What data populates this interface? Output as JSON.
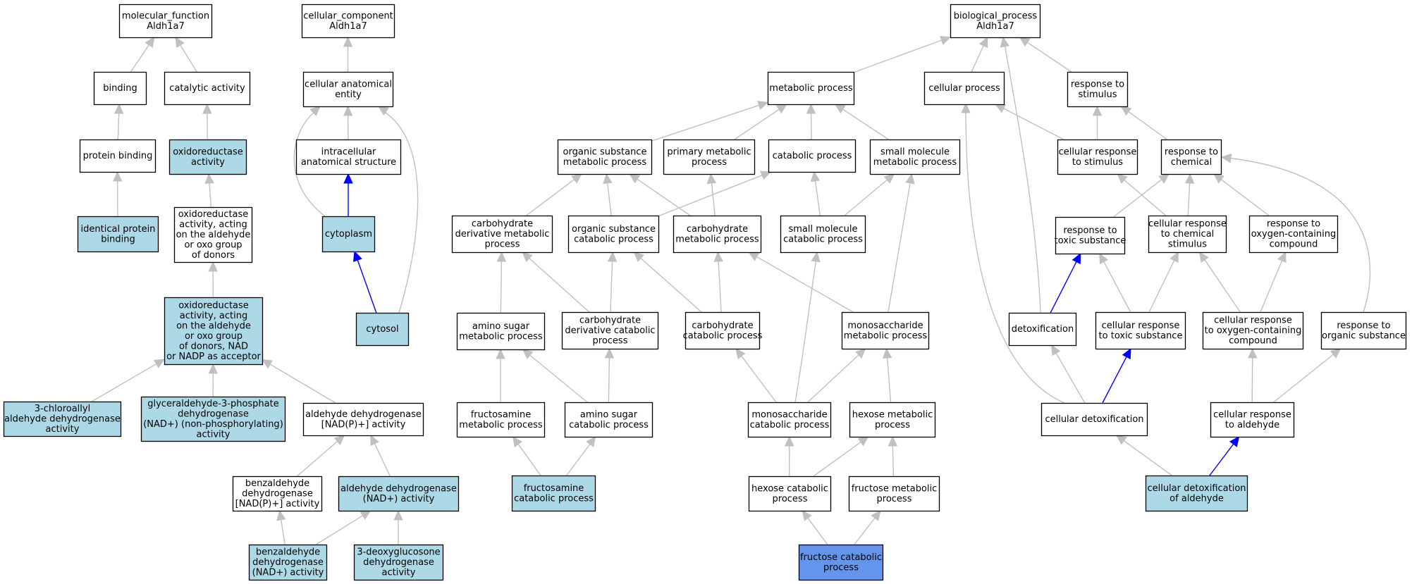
{
  "colors": {
    "plain": "#ffffff",
    "annotated": "#add8e6",
    "focus": "#6495ed",
    "edge_isa": "#c0c0c0",
    "edge_partof": "#0000ff",
    "stroke": "#000000"
  },
  "nodes": {
    "mf_root": {
      "lines": [
        "molecular_function",
        "Aldh1a7"
      ],
      "style": "plain"
    },
    "binding": {
      "lines": [
        "binding"
      ],
      "style": "plain"
    },
    "catalytic_activity": {
      "lines": [
        "catalytic activity"
      ],
      "style": "plain"
    },
    "protein_binding": {
      "lines": [
        "protein binding"
      ],
      "style": "plain"
    },
    "oxidoreductase_activity": {
      "lines": [
        "oxidoreductase",
        "activity"
      ],
      "style": "annotated"
    },
    "identical_protein_binding": {
      "lines": [
        "identical protein",
        "binding"
      ],
      "style": "annotated"
    },
    "ox_aldehyde_donors": {
      "lines": [
        "oxidoreductase",
        "activity, acting",
        "on the aldehyde",
        "or oxo group",
        "of donors"
      ],
      "style": "plain"
    },
    "ox_aldehyde_nad": {
      "lines": [
        "oxidoreductase",
        "activity, acting",
        "on the aldehyde",
        "or oxo group",
        "of donors, NAD",
        "or NADP as acceptor"
      ],
      "style": "annotated"
    },
    "chloroallyl": {
      "lines": [
        "3-chloroallyl",
        "aldehyde dehydrogenase",
        "activity"
      ],
      "style": "annotated"
    },
    "g3p_dehydrogenase": {
      "lines": [
        "glyceraldehyde-3-phosphate",
        "dehydrogenase",
        "(NAD+) (non-phosphorylating)",
        "activity"
      ],
      "style": "annotated"
    },
    "aldh_nadp": {
      "lines": [
        "aldehyde dehydrogenase",
        "[NAD(P)+] activity"
      ],
      "style": "plain"
    },
    "benzaldehyde_nadp": {
      "lines": [
        "benzaldehyde",
        "dehydrogenase",
        "[NAD(P)+] activity"
      ],
      "style": "plain"
    },
    "aldh_nad": {
      "lines": [
        "aldehyde dehydrogenase",
        "(NAD+) activity"
      ],
      "style": "annotated"
    },
    "benzaldehyde_nad": {
      "lines": [
        "benzaldehyde",
        "dehydrogenase",
        "(NAD+) activity"
      ],
      "style": "annotated"
    },
    "deoxyglucosone": {
      "lines": [
        "3-deoxyglucosone",
        "dehydrogenase",
        "activity"
      ],
      "style": "annotated"
    },
    "cc_root": {
      "lines": [
        "cellular_component",
        "Aldh1a7"
      ],
      "style": "plain"
    },
    "cellular_anatomical_entity": {
      "lines": [
        "cellular anatomical",
        "entity"
      ],
      "style": "plain"
    },
    "intracellular_structure": {
      "lines": [
        "intracellular",
        "anatomical structure"
      ],
      "style": "plain"
    },
    "cytoplasm": {
      "lines": [
        "cytoplasm"
      ],
      "style": "annotated"
    },
    "cytosol": {
      "lines": [
        "cytosol"
      ],
      "style": "annotated"
    },
    "bp_root": {
      "lines": [
        "biological_process",
        "Aldh1a7"
      ],
      "style": "plain"
    },
    "metabolic_process": {
      "lines": [
        "metabolic process"
      ],
      "style": "plain"
    },
    "cellular_process": {
      "lines": [
        "cellular process"
      ],
      "style": "plain"
    },
    "response_to_stimulus": {
      "lines": [
        "response to",
        "stimulus"
      ],
      "style": "plain"
    },
    "organic_substance_metabolic": {
      "lines": [
        "organic substance",
        "metabolic process"
      ],
      "style": "plain"
    },
    "primary_metabolic": {
      "lines": [
        "primary metabolic",
        "process"
      ],
      "style": "plain"
    },
    "catabolic_process": {
      "lines": [
        "catabolic process"
      ],
      "style": "plain"
    },
    "small_molecule_metabolic": {
      "lines": [
        "small molecule",
        "metabolic process"
      ],
      "style": "plain"
    },
    "cellular_response_to_stimulus": {
      "lines": [
        "cellular response",
        "to stimulus"
      ],
      "style": "plain"
    },
    "response_to_chemical": {
      "lines": [
        "response to",
        "chemical"
      ],
      "style": "plain"
    },
    "carb_derivative_metabolic": {
      "lines": [
        "carbohydrate",
        "derivative metabolic",
        "process"
      ],
      "style": "plain"
    },
    "organic_substance_catabolic": {
      "lines": [
        "organic substance",
        "catabolic process"
      ],
      "style": "plain"
    },
    "carbohydrate_metabolic": {
      "lines": [
        "carbohydrate",
        "metabolic process"
      ],
      "style": "plain"
    },
    "small_molecule_catabolic": {
      "lines": [
        "small molecule",
        "catabolic process"
      ],
      "style": "plain"
    },
    "response_to_toxic": {
      "lines": [
        "response to",
        "toxic substance"
      ],
      "style": "plain"
    },
    "cellular_response_to_chemical": {
      "lines": [
        "cellular response",
        "to chemical",
        "stimulus"
      ],
      "style": "plain"
    },
    "response_to_oxygen_compound": {
      "lines": [
        "response to",
        "oxygen-containing",
        "compound"
      ],
      "style": "plain"
    },
    "amino_sugar_metabolic": {
      "lines": [
        "amino sugar",
        "metabolic process"
      ],
      "style": "plain"
    },
    "carb_derivative_catabolic": {
      "lines": [
        "carbohydrate",
        "derivative catabolic",
        "process"
      ],
      "style": "plain"
    },
    "carbohydrate_catabolic": {
      "lines": [
        "carbohydrate",
        "catabolic process"
      ],
      "style": "plain"
    },
    "monosaccharide_metabolic": {
      "lines": [
        "monosaccharide",
        "metabolic process"
      ],
      "style": "plain"
    },
    "detoxification": {
      "lines": [
        "detoxification"
      ],
      "style": "plain"
    },
    "cellular_response_to_toxic": {
      "lines": [
        "cellular response",
        "to toxic substance"
      ],
      "style": "plain"
    },
    "cellular_response_to_oxygen": {
      "lines": [
        "cellular response",
        "to oxygen-containing",
        "compound"
      ],
      "style": "plain"
    },
    "response_to_organic": {
      "lines": [
        "response to",
        "organic substance"
      ],
      "style": "plain"
    },
    "fructosamine_metabolic": {
      "lines": [
        "fructosamine",
        "metabolic process"
      ],
      "style": "plain"
    },
    "amino_sugar_catabolic": {
      "lines": [
        "amino sugar",
        "catabolic process"
      ],
      "style": "plain"
    },
    "monosaccharide_catabolic": {
      "lines": [
        "monosaccharide",
        "catabolic process"
      ],
      "style": "plain"
    },
    "hexose_metabolic": {
      "lines": [
        "hexose metabolic",
        "process"
      ],
      "style": "plain"
    },
    "cellular_detoxification": {
      "lines": [
        "cellular detoxification"
      ],
      "style": "plain"
    },
    "cellular_response_to_aldehyde": {
      "lines": [
        "cellular response",
        "to aldehyde"
      ],
      "style": "plain"
    },
    "fructosamine_catabolic": {
      "lines": [
        "fructosamine",
        "catabolic process"
      ],
      "style": "annotated"
    },
    "hexose_catabolic": {
      "lines": [
        "hexose catabolic",
        "process"
      ],
      "style": "plain"
    },
    "fructose_metabolic": {
      "lines": [
        "fructose metabolic",
        "process"
      ],
      "style": "plain"
    },
    "cellular_detox_aldehyde": {
      "lines": [
        "cellular detoxification",
        "of aldehyde"
      ],
      "style": "annotated"
    },
    "fructose_catabolic": {
      "lines": [
        "fructose catabolic",
        "process"
      ],
      "style": "focus"
    }
  },
  "edges": [
    {
      "from": "binding",
      "to": "mf_root",
      "type": "is_a"
    },
    {
      "from": "catalytic_activity",
      "to": "mf_root",
      "type": "is_a"
    },
    {
      "from": "protein_binding",
      "to": "binding",
      "type": "is_a"
    },
    {
      "from": "oxidoreductase_activity",
      "to": "catalytic_activity",
      "type": "is_a"
    },
    {
      "from": "identical_protein_binding",
      "to": "protein_binding",
      "type": "is_a"
    },
    {
      "from": "ox_aldehyde_donors",
      "to": "oxidoreductase_activity",
      "type": "is_a"
    },
    {
      "from": "ox_aldehyde_nad",
      "to": "ox_aldehyde_donors",
      "type": "is_a"
    },
    {
      "from": "chloroallyl",
      "to": "ox_aldehyde_nad",
      "type": "is_a"
    },
    {
      "from": "g3p_dehydrogenase",
      "to": "ox_aldehyde_nad",
      "type": "is_a"
    },
    {
      "from": "aldh_nadp",
      "to": "ox_aldehyde_nad",
      "type": "is_a"
    },
    {
      "from": "benzaldehyde_nadp",
      "to": "aldh_nadp",
      "type": "is_a"
    },
    {
      "from": "aldh_nad",
      "to": "aldh_nadp",
      "type": "is_a"
    },
    {
      "from": "benzaldehyde_nad",
      "to": "benzaldehyde_nadp",
      "type": "is_a"
    },
    {
      "from": "benzaldehyde_nad",
      "to": "aldh_nad",
      "type": "is_a"
    },
    {
      "from": "deoxyglucosone",
      "to": "aldh_nad",
      "type": "is_a"
    },
    {
      "from": "cellular_anatomical_entity",
      "to": "cc_root",
      "type": "is_a"
    },
    {
      "from": "intracellular_structure",
      "to": "cellular_anatomical_entity",
      "type": "is_a"
    },
    {
      "from": "cytoplasm",
      "to": "cellular_anatomical_entity",
      "type": "is_a"
    },
    {
      "from": "cytoplasm",
      "to": "intracellular_structure",
      "type": "part_of"
    },
    {
      "from": "cytosol",
      "to": "cellular_anatomical_entity",
      "type": "is_a"
    },
    {
      "from": "cytosol",
      "to": "cytoplasm",
      "type": "part_of"
    },
    {
      "from": "metabolic_process",
      "to": "bp_root",
      "type": "is_a"
    },
    {
      "from": "cellular_process",
      "to": "bp_root",
      "type": "is_a"
    },
    {
      "from": "response_to_stimulus",
      "to": "bp_root",
      "type": "is_a"
    },
    {
      "from": "detoxification",
      "to": "bp_root",
      "type": "is_a"
    },
    {
      "from": "organic_substance_metabolic",
      "to": "metabolic_process",
      "type": "is_a"
    },
    {
      "from": "primary_metabolic",
      "to": "metabolic_process",
      "type": "is_a"
    },
    {
      "from": "catabolic_process",
      "to": "metabolic_process",
      "type": "is_a"
    },
    {
      "from": "small_molecule_metabolic",
      "to": "metabolic_process",
      "type": "is_a"
    },
    {
      "from": "cellular_response_to_stimulus",
      "to": "cellular_process",
      "type": "is_a"
    },
    {
      "from": "cellular_response_to_stimulus",
      "to": "response_to_stimulus",
      "type": "is_a"
    },
    {
      "from": "response_to_chemical",
      "to": "response_to_stimulus",
      "type": "is_a"
    },
    {
      "from": "cellular_detoxification",
      "to": "cellular_process",
      "type": "is_a"
    },
    {
      "from": "carb_derivative_metabolic",
      "to": "organic_substance_metabolic",
      "type": "is_a"
    },
    {
      "from": "organic_substance_catabolic",
      "to": "organic_substance_metabolic",
      "type": "is_a"
    },
    {
      "from": "organic_substance_catabolic",
      "to": "catabolic_process",
      "type": "is_a"
    },
    {
      "from": "carbohydrate_metabolic",
      "to": "organic_substance_metabolic",
      "type": "is_a"
    },
    {
      "from": "carbohydrate_metabolic",
      "to": "primary_metabolic",
      "type": "is_a"
    },
    {
      "from": "small_molecule_catabolic",
      "to": "catabolic_process",
      "type": "is_a"
    },
    {
      "from": "small_molecule_catabolic",
      "to": "small_molecule_metabolic",
      "type": "is_a"
    },
    {
      "from": "monosaccharide_metabolic",
      "to": "small_molecule_metabolic",
      "type": "is_a"
    },
    {
      "from": "response_to_toxic",
      "to": "response_to_chemical",
      "type": "is_a"
    },
    {
      "from": "cellular_response_to_chemical",
      "to": "response_to_chemical",
      "type": "is_a"
    },
    {
      "from": "cellular_response_to_chemical",
      "to": "cellular_response_to_stimulus",
      "type": "is_a"
    },
    {
      "from": "response_to_oxygen_compound",
      "to": "response_to_chemical",
      "type": "is_a"
    },
    {
      "from": "response_to_organic",
      "to": "response_to_chemical",
      "type": "is_a"
    },
    {
      "from": "amino_sugar_metabolic",
      "to": "carb_derivative_metabolic",
      "type": "is_a"
    },
    {
      "from": "carb_derivative_catabolic",
      "to": "carb_derivative_metabolic",
      "type": "is_a"
    },
    {
      "from": "carb_derivative_catabolic",
      "to": "organic_substance_catabolic",
      "type": "is_a"
    },
    {
      "from": "carbohydrate_catabolic",
      "to": "organic_substance_catabolic",
      "type": "is_a"
    },
    {
      "from": "carbohydrate_catabolic",
      "to": "carbohydrate_metabolic",
      "type": "is_a"
    },
    {
      "from": "monosaccharide_metabolic",
      "to": "carbohydrate_metabolic",
      "type": "is_a"
    },
    {
      "from": "monosaccharide_catabolic",
      "to": "small_molecule_catabolic",
      "type": "is_a"
    },
    {
      "from": "monosaccharide_catabolic",
      "to": "carbohydrate_catabolic",
      "type": "is_a"
    },
    {
      "from": "monosaccharide_catabolic",
      "to": "monosaccharide_metabolic",
      "type": "is_a"
    },
    {
      "from": "hexose_metabolic",
      "to": "monosaccharide_metabolic",
      "type": "is_a"
    },
    {
      "from": "detoxification",
      "to": "response_to_toxic",
      "type": "part_of"
    },
    {
      "from": "cellular_response_to_toxic",
      "to": "response_to_toxic",
      "type": "is_a"
    },
    {
      "from": "cellular_response_to_toxic",
      "to": "cellular_response_to_chemical",
      "type": "is_a"
    },
    {
      "from": "cellular_response_to_oxygen",
      "to": "cellular_response_to_chemical",
      "type": "is_a"
    },
    {
      "from": "cellular_response_to_oxygen",
      "to": "response_to_oxygen_compound",
      "type": "is_a"
    },
    {
      "from": "fructosamine_metabolic",
      "to": "amino_sugar_metabolic",
      "type": "is_a"
    },
    {
      "from": "amino_sugar_catabolic",
      "to": "amino_sugar_metabolic",
      "type": "is_a"
    },
    {
      "from": "amino_sugar_catabolic",
      "to": "carb_derivative_catabolic",
      "type": "is_a"
    },
    {
      "from": "cellular_detoxification",
      "to": "detoxification",
      "type": "is_a"
    },
    {
      "from": "cellular_detoxification",
      "to": "cellular_response_to_toxic",
      "type": "part_of"
    },
    {
      "from": "cellular_response_to_aldehyde",
      "to": "cellular_response_to_oxygen",
      "type": "is_a"
    },
    {
      "from": "cellular_response_to_aldehyde",
      "to": "response_to_organic",
      "type": "is_a"
    },
    {
      "from": "fructosamine_catabolic",
      "to": "fructosamine_metabolic",
      "type": "is_a"
    },
    {
      "from": "fructosamine_catabolic",
      "to": "amino_sugar_catabolic",
      "type": "is_a"
    },
    {
      "from": "hexose_catabolic",
      "to": "monosaccharide_catabolic",
      "type": "is_a"
    },
    {
      "from": "hexose_catabolic",
      "to": "hexose_metabolic",
      "type": "is_a"
    },
    {
      "from": "fructose_metabolic",
      "to": "hexose_metabolic",
      "type": "is_a"
    },
    {
      "from": "cellular_detox_aldehyde",
      "to": "cellular_detoxification",
      "type": "is_a"
    },
    {
      "from": "cellular_detox_aldehyde",
      "to": "cellular_response_to_aldehyde",
      "type": "part_of"
    },
    {
      "from": "fructose_catabolic",
      "to": "hexose_catabolic",
      "type": "is_a"
    },
    {
      "from": "fructose_catabolic",
      "to": "fructose_metabolic",
      "type": "is_a"
    }
  ]
}
